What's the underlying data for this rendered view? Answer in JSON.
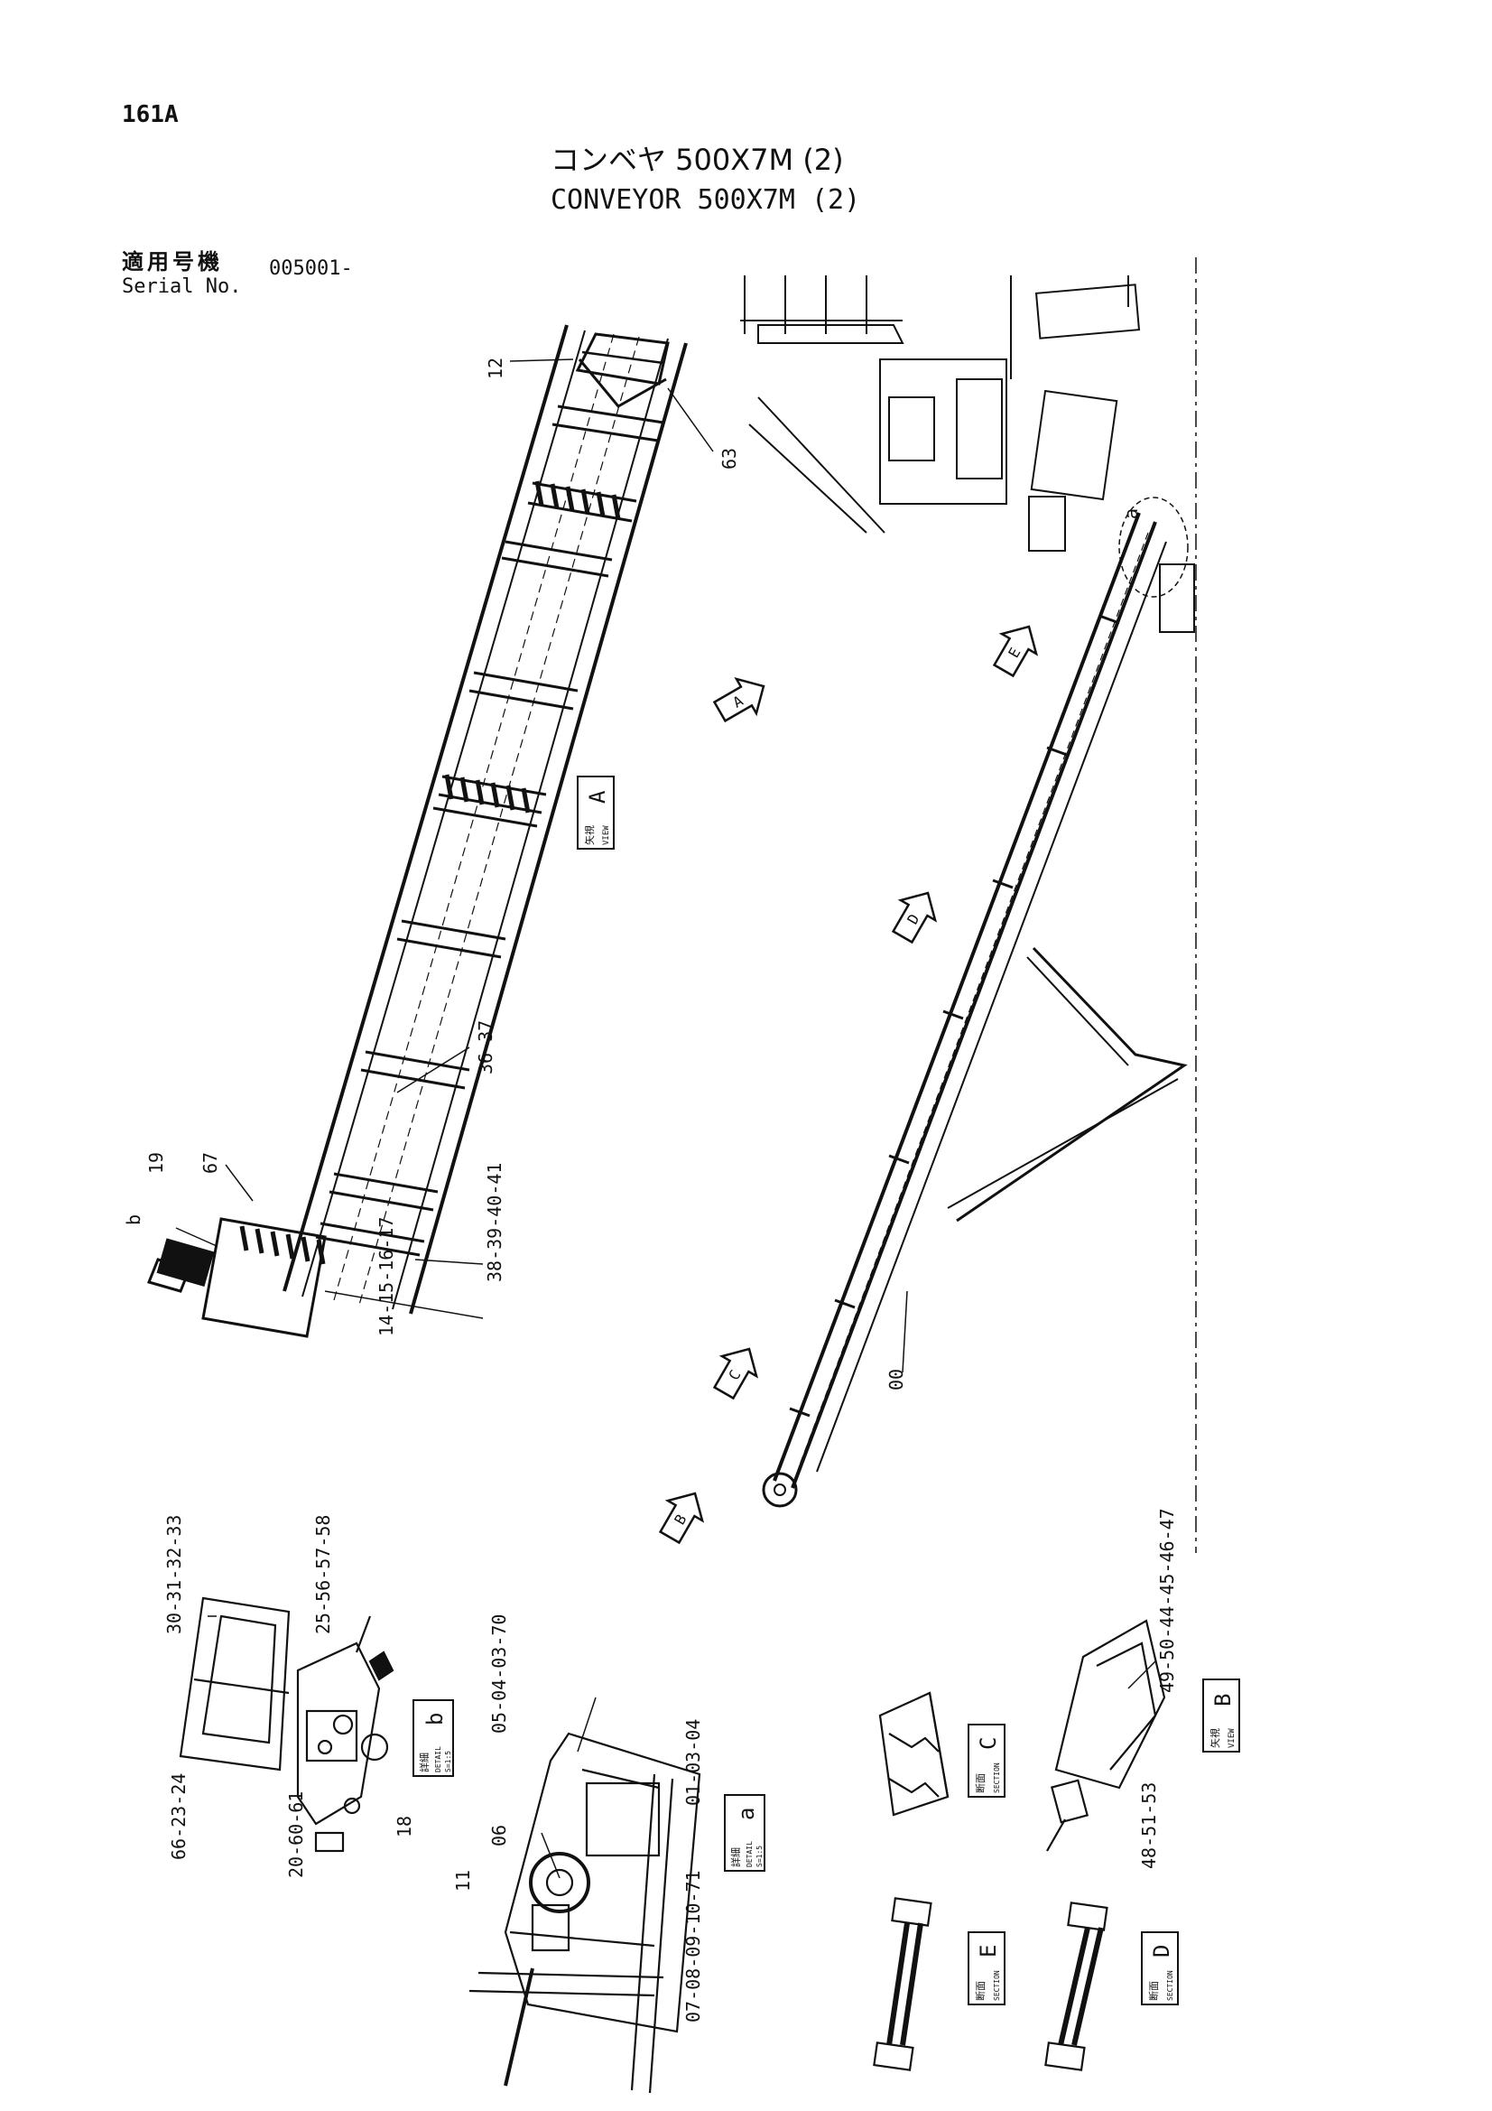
{
  "page_number": "161A",
  "title_jp": "コンベヤ 500X7M (2)",
  "title_en": "CONVEYOR 500X7M (2)",
  "serial_label_jp": "適用号機",
  "serial_label_en": "Serial No.",
  "serial_value": "005001-",
  "callouts": {
    "c12": "12",
    "c63": "63",
    "c19": "19",
    "c67": "67",
    "cb": "b",
    "ca": "a",
    "c36": "36-37",
    "c38": "38-39-40-41",
    "c14": "14-15-16-17",
    "c00": "00",
    "g30": "30-31-32-33",
    "g25": "25-56-57-58",
    "g66": "66-23-24",
    "g18": "18",
    "g20": "20-60-61",
    "g05": "05-04-03-70",
    "g01": "01-03-04",
    "g06": "06",
    "g11": "11",
    "g07": "07-08-09-10-71",
    "g49": "49-50-44-45-46-47",
    "g48": "48-51-53"
  },
  "view_arrows": {
    "a": "A",
    "b": "B",
    "c": "C",
    "d": "D",
    "e": "E"
  },
  "view_labels": {
    "view_a": {
      "kanji": "矢視",
      "en": "VIEW",
      "letter": "A"
    },
    "view_b": {
      "kanji": "矢視",
      "en": "VIEW",
      "letter": "B"
    },
    "section_c": {
      "kanji": "断面",
      "en": "SECTION",
      "letter": "C"
    },
    "section_d": {
      "kanji": "断面",
      "en": "SECTION",
      "letter": "D"
    },
    "section_e": {
      "kanji": "断面",
      "en": "SECTION",
      "letter": "E"
    },
    "detail_a": {
      "kanji": "詳細",
      "en": "DETAIL",
      "letter": "a",
      "scale": "S=1:5"
    },
    "detail_b": {
      "kanji": "詳細",
      "en": "DETAIL",
      "letter": "b",
      "scale": "S=1:5"
    }
  }
}
